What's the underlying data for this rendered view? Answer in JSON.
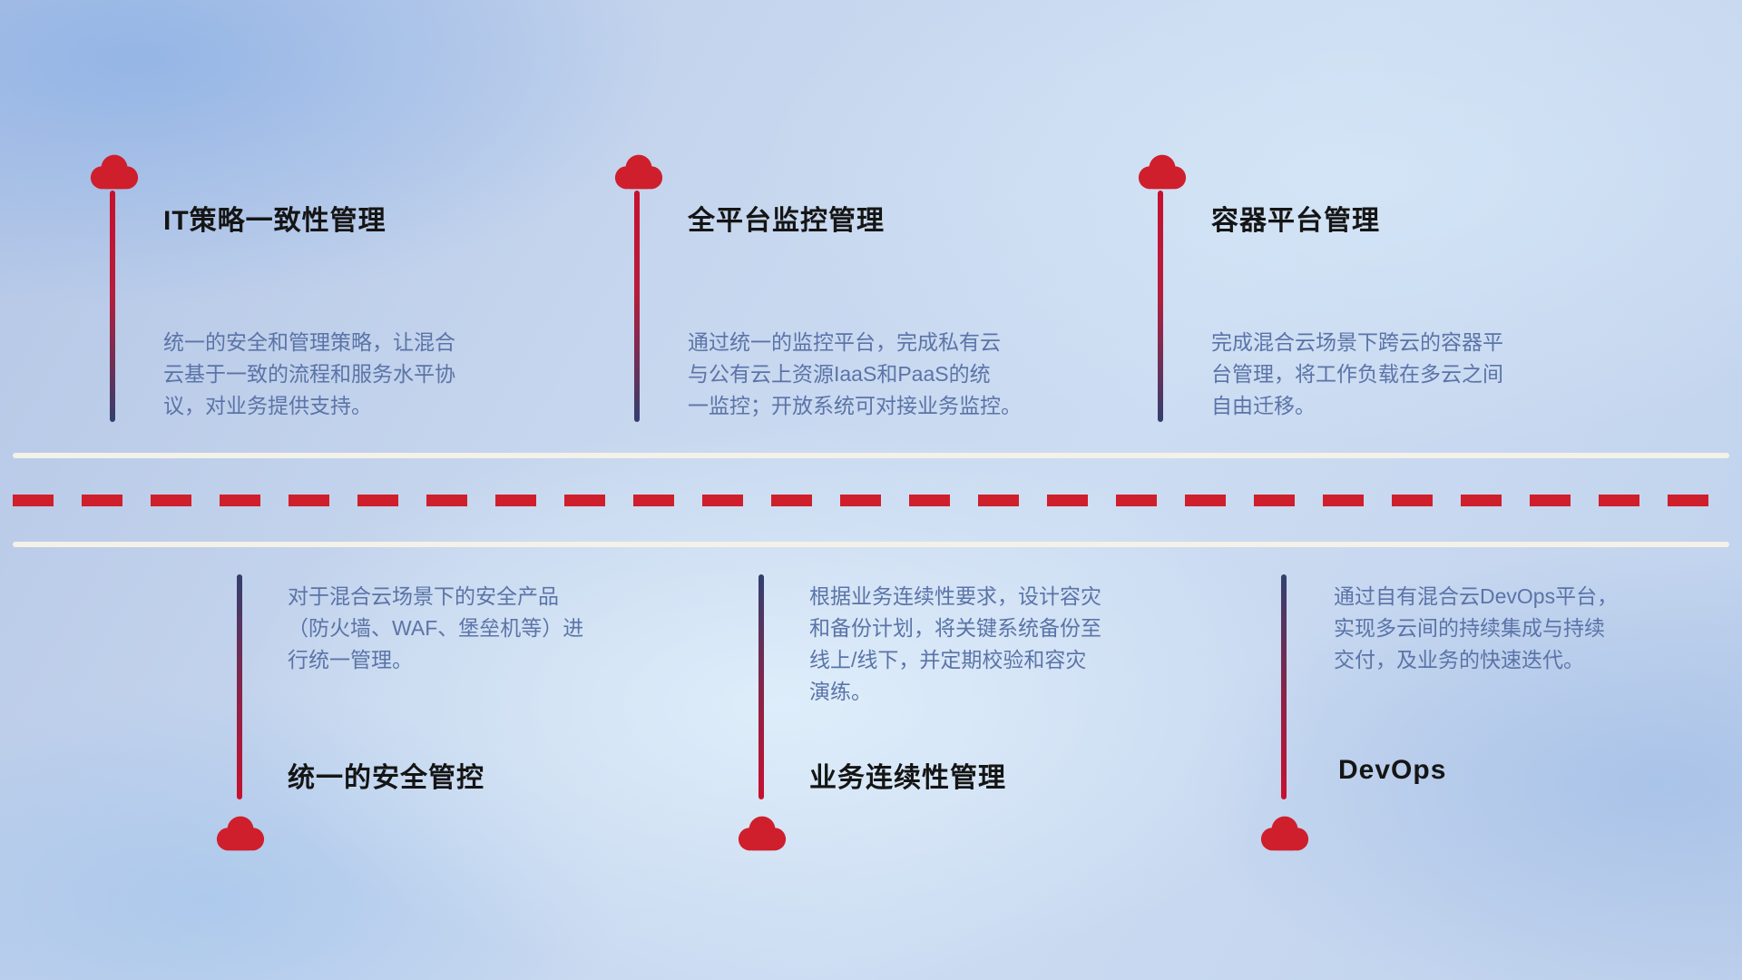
{
  "diagram": {
    "type": "hybrid-cloud-capability-roadmap",
    "colors": {
      "accent_red": "#cf1f2c",
      "stem_navy": "#32406f",
      "title_text": "#151515",
      "description_text": "#5b74a8",
      "road_line": "#f4f1e9"
    },
    "top_features": [
      {
        "title": "IT策略一致性管理",
        "description": "统一的安全和管理策略，让混合\n云基于一致的流程和服务水平协\n议，对业务提供支持。"
      },
      {
        "title": "全平台监控管理",
        "description": "通过统一的监控平台，完成私有云\n与公有云上资源IaaS和PaaS的统\n一监控；开放系统可对接业务监控。"
      },
      {
        "title": "容器平台管理",
        "description": "完成混合云场景下跨云的容器平\n台管理，将工作负载在多云之间\n自由迁移。"
      }
    ],
    "bottom_features": [
      {
        "title": "统一的安全管控",
        "description": "对于混合云场景下的安全产品\n（防火墙、WAF、堡垒机等）进\n行统一管理。"
      },
      {
        "title": "业务连续性管理",
        "description": "根据业务连续性要求，设计容灾\n和备份计划，将关键系统备份至\n线上/线下，并定期校验和容灾\n演练。"
      },
      {
        "title": "DevOps",
        "description": "通过自有混合云DevOps平台，\n实现多云间的持续集成与持续\n交付，及业务的快速迭代。"
      }
    ]
  }
}
